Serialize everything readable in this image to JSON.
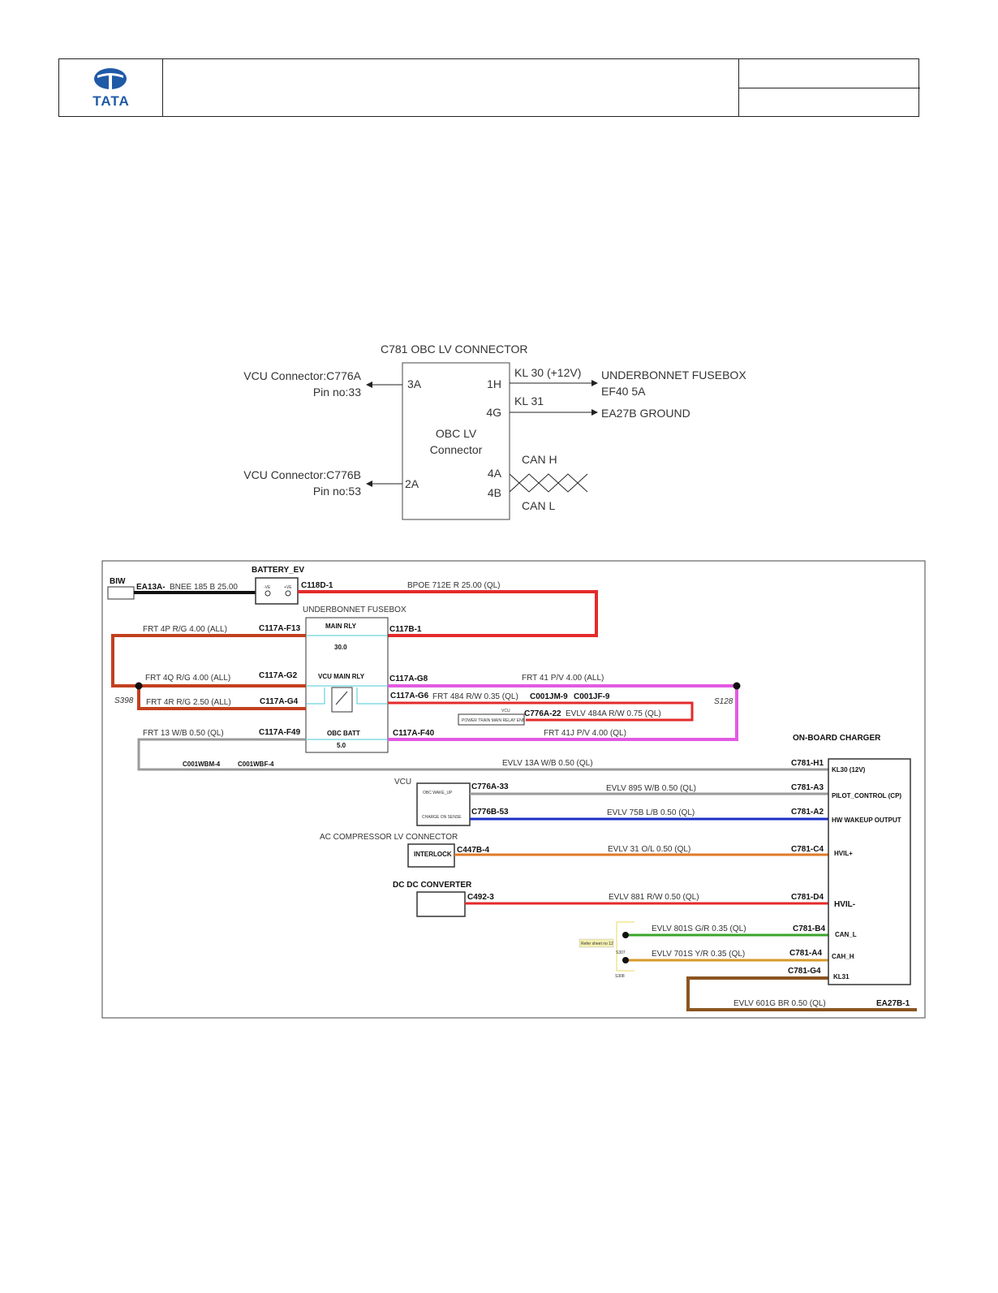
{
  "header": {
    "logo_text": "TATA",
    "title": "",
    "meta_top": "",
    "meta_bottom": ""
  },
  "colors": {
    "logo_blue": "#1f5aa6",
    "wire_black": "#111111",
    "wire_red": "#e52a2a",
    "wire_rg": "#c2401e",
    "wire_pink": "#e25ae2",
    "wire_gray": "#9a9a9a",
    "wire_blue": "#1c2fc4",
    "wire_orange": "#e07a2a",
    "wire_green": "#3aa52a",
    "wire_yellow": "#d49a2a",
    "wire_brown": "#8a5520",
    "cyan": "#48c8d8"
  },
  "block_diagram": {
    "title": "C781 OBC LV CONNECTOR",
    "box_label_1": "OBC LV",
    "box_label_2": "Connector",
    "left_1_line1": "VCU Connector:C776A",
    "left_1_line2": "Pin no:33",
    "left_2_line1": "VCU Connector:C776B",
    "left_2_line2": "Pin no:53",
    "pin_3a": "3A",
    "pin_2a": "2A",
    "pin_1h": "1H",
    "pin_4g": "4G",
    "pin_4a": "4A",
    "pin_4b": "4B",
    "kl30": "KL 30 (+12V)",
    "kl31": "KL 31",
    "fuse_line1": "UNDERBONNET FUSEBOX",
    "fuse_line2": "EF40 5A",
    "ground": "EA27B GROUND",
    "can_h": "CAN H",
    "can_l": "CAN L"
  },
  "wiring": {
    "biw": "BIW",
    "battery": "BATTERY_EV",
    "batt_minus": "-VE",
    "batt_plus": "+VE",
    "ea13a": "EA13A-",
    "w_bnee": "BNEE   185   B   25.00",
    "c118d": "C118D-1",
    "w_bpoe": "BPOE   712E   R   25.00   (QL)",
    "fusebox": "UNDERBONNET FUSEBOX",
    "main_rly": "MAIN RLY",
    "main_rly_val": "30.0",
    "vcu_main_rly": "VCU MAIN RLY",
    "obc_batt": "OBC BATT",
    "obc_batt_val": "5.0",
    "c117b": "C117B-1",
    "c117a_f13": "C117A-F13",
    "w_4p": "FRT   4P   R/G   4.00   (ALL)",
    "c117a_g2": "C117A-G2",
    "w_4q": "FRT   4Q   R/G   4.00   (ALL)",
    "s398": "S398",
    "c117a_g4": "C117A-G4",
    "w_4r": "FRT   4R   R/G   2.50   (ALL)",
    "c117a_f49": "C117A-F49",
    "w_13": "FRT   13   W/B   0.50   (QL)",
    "c117a_g8": "C117A-G8",
    "w_41": "FRT   41   P/V   4.00   (ALL)",
    "s128": "S128",
    "c117a_g6": "C117A-G6",
    "w_484": "FRT   484   R/W   0.35   (QL)",
    "c001jm": "C001JM-9",
    "c001jf": "C001JF-9",
    "vcu_small": "VCU",
    "pt_relay": "POWER TRAIN MAIN RELAY ENB",
    "c776a_22": "C776A-22",
    "w_484a": "EVLV   484A   R/W   0.75   (QL)",
    "c117a_f40": "C117A-F40",
    "w_41j": "FRT   41J   P/V   4.00   (QL)",
    "c001wbm": "C001WBM-4",
    "c001wbf": "C001WBF-4",
    "w_13a": "EVLV   13A   W/B   0.50   (QL)",
    "vcu": "VCU",
    "obc_wake": "OBC WAKE_UP",
    "charge_on": "CHARGE ON SENSE",
    "c776a_33": "C776A-33",
    "w_895": "EVLV   895   W/B   0.50   (QL)",
    "c776b_53": "C776B-53",
    "w_75b": "EVLV   75B   L/B   0.50   (QL)",
    "ac_comp": "AC COMPRESSOR LV CONNECTOR",
    "interlock": "INTERLOCK",
    "c447b": "C447B-4",
    "w_31": "EVLV   31   O/L   0.50   (QL)",
    "dcdc": "DC DC CONVERTER",
    "c492": "C492-3",
    "w_881": "EVLV   881   R/W   0.50   (QL)",
    "w_801s": "EVLV   801S   G/R   0.35   (QL)",
    "w_701s": "EVLV   701S   Y/R   0.35   (QL)",
    "splice_note": "Refer sheet no 12",
    "s307": "S307",
    "s308": "S308",
    "w_601g": "EVLV   601G   BR   0.50   (QL)",
    "ea27b": "EA27B-1",
    "obc": "ON-BOARD CHARGER",
    "c781_h1": "C781-H1",
    "c781_a3": "C781-A3",
    "c781_a2": "C781-A2",
    "c781_c4": "C781-C4",
    "c781_d4": "C781-D4",
    "c781_b4": "C781-B4",
    "c781_a4": "C781-A4",
    "c781_g4": "C781-G4",
    "kl30_pin": "KL30 (12V)",
    "pilot": "PILOT_CONTROL (CP)",
    "hw_wake": "HW WAKEUP OUTPUT",
    "hvil_p": "HVIL+",
    "hvil_m": "HVIL-",
    "can_l_pin": "CAN_L",
    "can_h_pin": "CAH_H",
    "kl31_pin": "KL31"
  }
}
